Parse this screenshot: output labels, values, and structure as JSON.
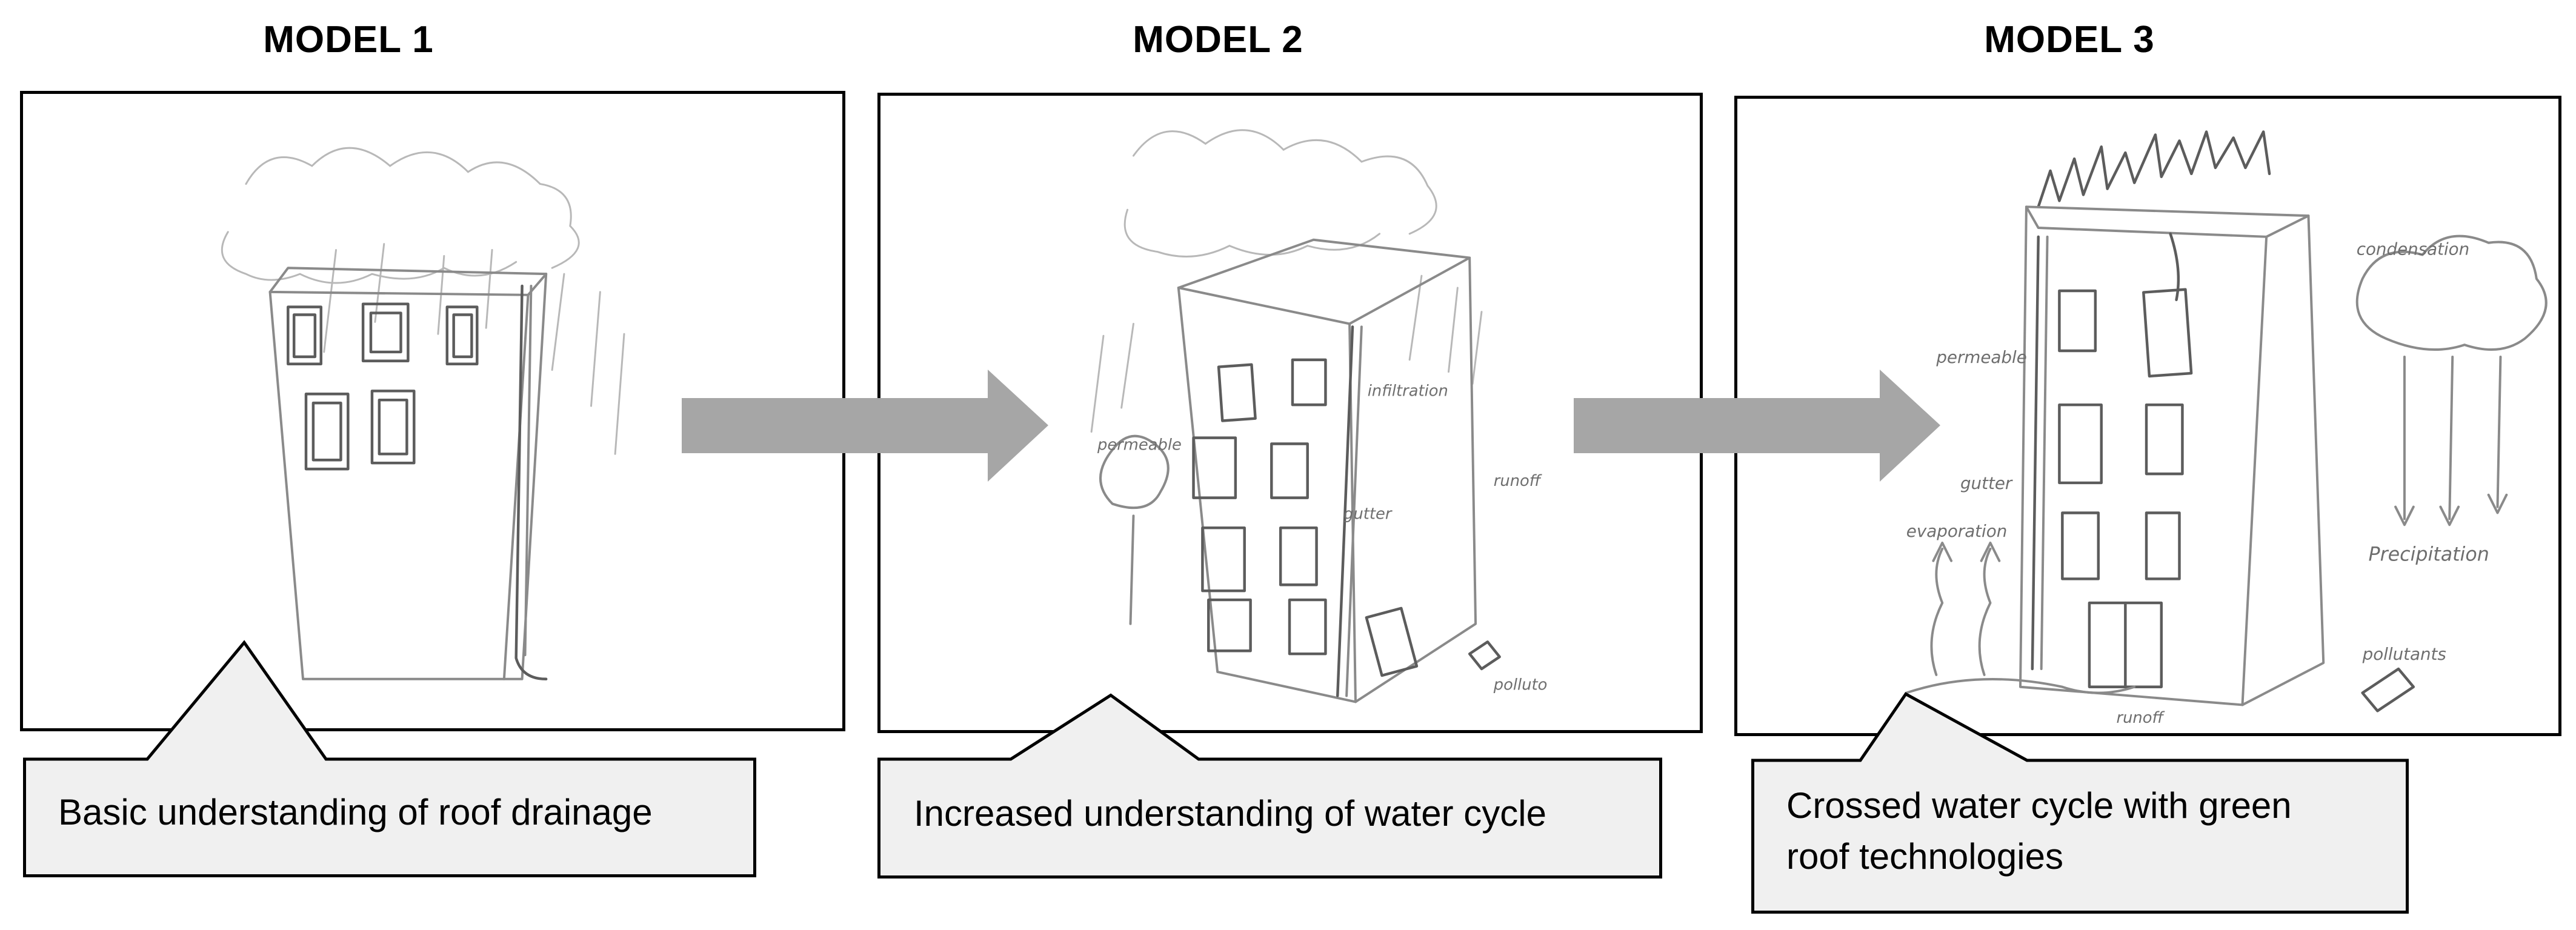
{
  "models": [
    {
      "title": "MODEL 1",
      "caption_lines": [
        "Basic understanding of roof drainage"
      ]
    },
    {
      "title": "MODEL 2",
      "caption_lines": [
        "Increased understanding of water cycle"
      ]
    },
    {
      "title": "MODEL 3",
      "caption_lines": [
        "Crossed water cycle with green",
        "roof technologies"
      ]
    }
  ],
  "sketch_annotations": {
    "model2": [
      "permeable",
      "gutter",
      "infiltration",
      "runoff",
      "polluto"
    ],
    "model3": [
      "permeable",
      "gutter",
      "evaporation",
      "condensation",
      "Precipitation",
      "pollutants",
      "runoff"
    ]
  },
  "colors": {
    "arrow": "#a6a6a6",
    "callout_fill": "#f0f0f0",
    "border": "#000000",
    "sketch": "#8a8a8a"
  },
  "icons": [
    "right-arrow-icon"
  ]
}
